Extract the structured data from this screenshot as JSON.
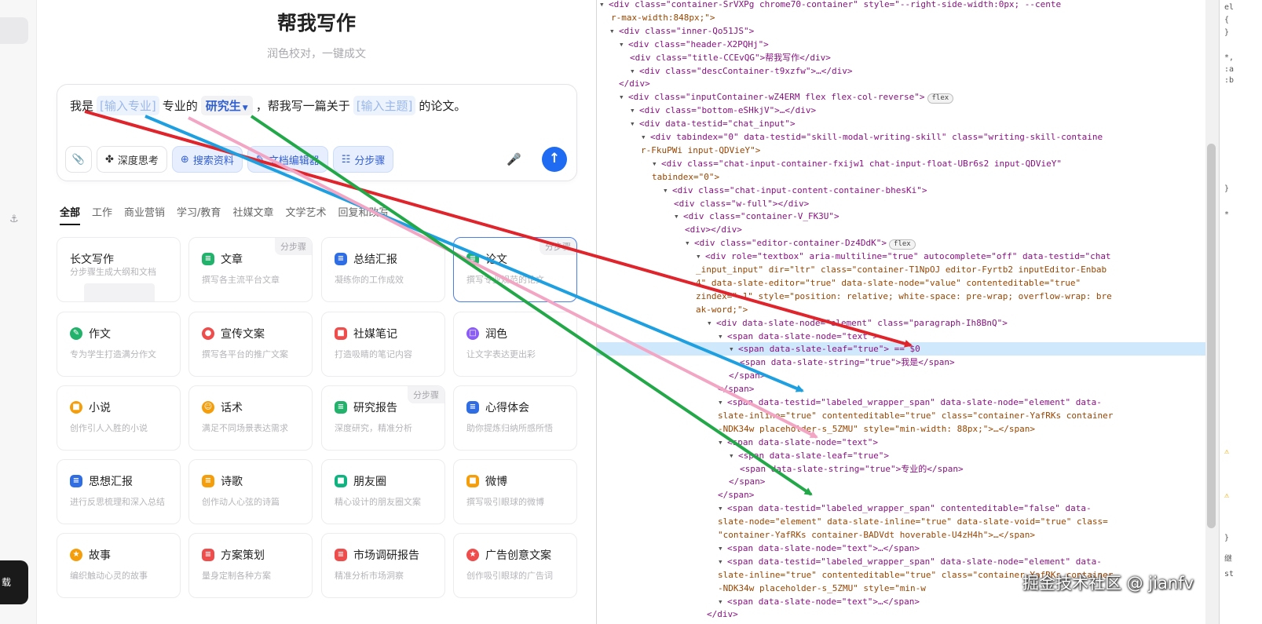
{
  "rail": {
    "pin_icon": "pin-icon",
    "download_label": "载"
  },
  "header": {
    "title": "帮我写作",
    "subtitle": "润色校对，一键成文"
  },
  "prompt": {
    "p1": "我是",
    "ph_major": "[输入专业]",
    "p2": "专业的",
    "role": "研究生",
    "p3": "，帮我写一篇关于",
    "ph_topic": "[输入主题]",
    "p4": "的论文。"
  },
  "toolbar": {
    "deep_think": "深度思考",
    "search": "搜索资料",
    "doc_editor": "文档编辑器",
    "steps": "分步骤"
  },
  "tabs": [
    "全部",
    "工作",
    "商业营销",
    "学习/教育",
    "社媒文章",
    "文学艺术",
    "回复和改写"
  ],
  "cards": [
    {
      "name": "长文写作",
      "desc": "分步骤生成大纲和文档",
      "badge": ""
    },
    {
      "name": "文章",
      "desc": "撰写各主流平台文章",
      "badge": "分步骤"
    },
    {
      "name": "总结汇报",
      "desc": "凝练你的工作成效",
      "badge": ""
    },
    {
      "name": "论文",
      "desc": "撰写专业规范的论文",
      "badge": "分步骤"
    },
    {
      "name": "作文",
      "desc": "专为学生打造满分作文",
      "badge": ""
    },
    {
      "name": "宣传文案",
      "desc": "撰写各平台的推广文案",
      "badge": ""
    },
    {
      "name": "社媒笔记",
      "desc": "打造吸睛的笔记内容",
      "badge": ""
    },
    {
      "name": "润色",
      "desc": "让文字表达更出彩",
      "badge": ""
    },
    {
      "name": "小说",
      "desc": "创作引人入胜的小说",
      "badge": ""
    },
    {
      "name": "话术",
      "desc": "满足不同场景表达需求",
      "badge": ""
    },
    {
      "name": "研究报告",
      "desc": "深度研究，精准分析",
      "badge": "分步骤"
    },
    {
      "name": "心得体会",
      "desc": "助你提炼归纳所感所悟",
      "badge": ""
    },
    {
      "name": "思想汇报",
      "desc": "进行反思梳理和深入总结",
      "badge": ""
    },
    {
      "name": "诗歌",
      "desc": "创作动人心弦的诗篇",
      "badge": ""
    },
    {
      "name": "朋友圈",
      "desc": "精心设计的朋友圈文案",
      "badge": ""
    },
    {
      "name": "微博",
      "desc": "撰写吸引眼球的微博",
      "badge": ""
    },
    {
      "name": "故事",
      "desc": "编织触动心灵的故事",
      "badge": ""
    },
    {
      "name": "方案策划",
      "desc": "量身定制各种方案",
      "badge": ""
    },
    {
      "name": "市场调研报告",
      "desc": "精准分析市场洞察",
      "badge": ""
    },
    {
      "name": "广告创意文案",
      "desc": "创作吸引眼球的广告词",
      "badge": ""
    }
  ],
  "devtools": {
    "lines": [
      "<div class=\"container-SrVXPg chrome70-container\" style=\"--right-side-width:0px; --cente",
      "r-max-width:848px;\">",
      "<div class=\"inner-Qo51JS\">",
      "<div class=\"header-X2PQHj\">",
      "<div class=\"title-CCEvQG\">帮我写作</div>",
      "<div class=\"descContainer-t9xzfw\">…</div>",
      "</div>",
      "<div class=\"inputContainer-wZ4ERM flex flex-col-reverse\">",
      "<div class=\"bottom-eSHkjV\">…</div>",
      "<div data-testid=\"chat_input\">",
      "<div tabindex=\"0\" data-testid=\"skill-modal-writing-skill\" class=\"writing-skill-containe",
      "r-FkuPWi input-QDVieY\">",
      "<div class=\"chat-input-container-fxijw1 chat-input-float-UBr6s2 input-QDVieY\"",
      "tabindex=\"0\">",
      "<div class=\"chat-input-content-container-bhesKi\">",
      "<div class=\"w-full\"></div>",
      "<div class=\"container-V_FK3U\">",
      "<div></div>",
      "<div class=\"editor-container-Dz4DdK\">",
      "<div role=\"textbox\" aria-multiline=\"true\" autocomplete=\"off\" data-testid=\"chat",
      "_input_input\" dir=\"ltr\" class=\"container-T1NpOJ editor-Fyrtb2 inputEditor-Enbab",
      "4\" data-slate-editor=\"true\" data-slate-node=\"value\" contenteditable=\"true\"",
      "zindex=\"-1\" style=\"position: relative; white-space: pre-wrap; overflow-wrap: bre",
      "ak-word;\">",
      "<div data-slate-node=\"element\" class=\"paragraph-Ih8BnQ\">",
      "<span data-slate-node=\"text\">",
      "<span data-slate-leaf=\"true\"> == $0",
      "<span data-slate-string=\"true\">我是</span>",
      "</span>",
      "</span>",
      "<span data-testid=\"labeled_wrapper_span\" data-slate-node=\"element\" data-",
      "slate-inline=\"true\" contenteditable=\"true\" class=\"container-YafRKs container",
      "-NDK34w placeholder-s_5ZMU\" style=\"min-width: 88px;\">…</span>",
      "<span data-slate-node=\"text\">",
      "<span data-slate-leaf=\"true\">",
      "<span data-slate-string=\"true\">专业的</span>",
      "</span>",
      "</span>",
      "<span data-testid=\"labeled_wrapper_span\" contenteditable=\"false\" data-",
      "slate-node=\"element\" data-slate-inline=\"true\" data-slate-void=\"true\" class=",
      "\"container-YafRKs container-BADVdt hoverable-U4zH4h\">…</span>",
      "<span data-slate-node=\"text\">…</span>",
      "<span data-testid=\"labeled_wrapper_span\" data-slate-node=\"element\" data-",
      "slate-inline=\"true\" contenteditable=\"true\" class=\"container-YafRKs container",
      "-NDK34w placeholder-s_5ZMU\" style=\"min-w",
      "<span data-slate-node=\"text\">…</span>",
      "</div>"
    ],
    "flex_badge": "flex",
    "ellipsis": "…"
  },
  "styles_panel": {
    "t1": "el",
    "t2": "{",
    "t3": "}",
    "t4": "*,",
    "t5": ":a",
    "t6": ":b",
    "t7": "}",
    "t8": "*",
    "t9": "}",
    "t10": "继",
    "t11": "st"
  },
  "watermark": "掘金技术社区 @ jianfv",
  "colors": {
    "accent": "#1f6bf2",
    "arrow_red": "#e0242b",
    "arrow_blue": "#1ea0e0",
    "arrow_pink": "#f3a6c4",
    "arrow_green": "#22a848"
  }
}
